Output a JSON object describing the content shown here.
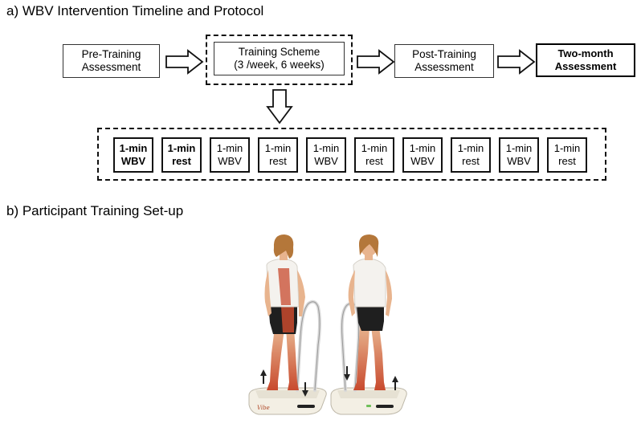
{
  "section_a": {
    "title": "a) WBV Intervention Timeline and Protocol"
  },
  "timeline": [
    {
      "line1": "Pre-Training",
      "line2": "Assessment"
    },
    {
      "line1": "Training Scheme",
      "line2": "(3 /week, 6 weeks)"
    },
    {
      "line1": "Post-Training",
      "line2": "Assessment"
    },
    {
      "line1": "Two-month",
      "line2": "Assessment"
    }
  ],
  "protocol_cells": [
    {
      "top": "1-min",
      "bottom": "WBV"
    },
    {
      "top": "1-min",
      "bottom": "rest"
    },
    {
      "top": "1-min",
      "bottom": "WBV"
    },
    {
      "top": "1-min",
      "bottom": "rest"
    },
    {
      "top": "1-min",
      "bottom": "WBV"
    },
    {
      "top": "1-min",
      "bottom": "rest"
    },
    {
      "top": "1-min",
      "bottom": "WBV"
    },
    {
      "top": "1-min",
      "bottom": "rest"
    },
    {
      "top": "1-min",
      "bottom": "WBV"
    },
    {
      "top": "1-min",
      "bottom": "rest"
    }
  ],
  "section_b": {
    "title": "b) Participant Training Set-up"
  },
  "figure": {
    "platform_brand": "Vibe"
  },
  "colors": {
    "muscle_highlight": "#c84a2e",
    "skin": "#e8b48e",
    "shirt": "#f4f2ee",
    "shorts": "#222222"
  }
}
